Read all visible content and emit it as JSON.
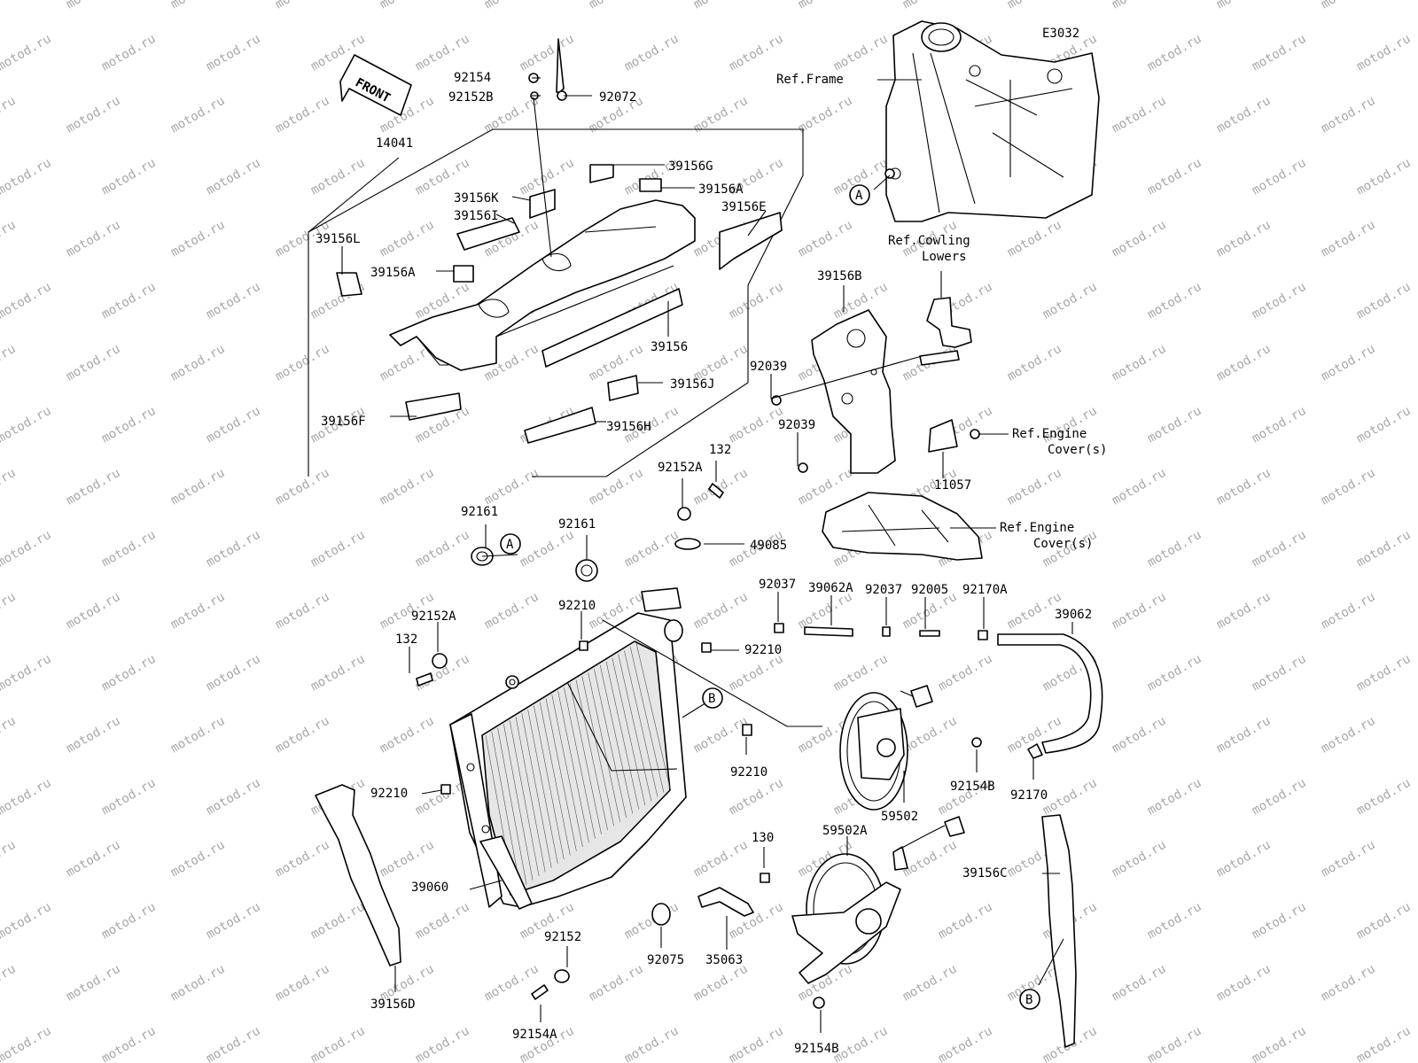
{
  "diagram_code": "E3032",
  "front_arrow_label": "FRONT",
  "callouts": {
    "c92154": "92154",
    "c92152B": "92152B",
    "c92072": "92072",
    "c14041": "14041",
    "c39156G": "39156G",
    "c39156A_top": "39156A",
    "c39156K": "39156K",
    "c39156I": "39156I",
    "c39156E": "39156E",
    "c39156L": "39156L",
    "c39156A_mid": "39156A",
    "c39156": "39156",
    "c39156J": "39156J",
    "c39156F": "39156F",
    "c39156H": "39156H",
    "c39156B": "39156B",
    "c92039_a": "92039",
    "c92039_b": "92039",
    "c11057": "11057",
    "c92152A_top": "92152A",
    "c132_top": "132",
    "c92161_left": "92161",
    "c92161_mid": "92161",
    "c49085": "49085",
    "c92037_a": "92037",
    "c39062A": "39062A",
    "c92037_b": "92037",
    "c92005": "92005",
    "c92170A": "92170A",
    "c39062": "39062",
    "c92210_top": "92210",
    "c92210_right": "92210",
    "c92152A_left": "92152A",
    "c132_left": "132",
    "c92210_mid": "92210",
    "c92210_left": "92210",
    "c92154B_right": "92154B",
    "c92170": "92170",
    "c59502": "59502",
    "c59502A": "59502A",
    "c130": "130",
    "c39060": "39060",
    "c39156C": "39156C",
    "c92152": "92152",
    "c92075": "92075",
    "c35063": "35063",
    "c39156D": "39156D",
    "c92154A": "92154A",
    "c92154B_bottom": "92154B"
  },
  "references": {
    "frame": "Ref.Frame",
    "cowling_1": "Ref.Cowling",
    "cowling_2": "Lowers",
    "engine_cover_a_1": "Ref.Engine",
    "engine_cover_a_2": "Cover(s)",
    "engine_cover_b_1": "Ref.Engine",
    "engine_cover_b_2": "Cover(s)"
  },
  "circle_markers": {
    "a_frame": "A",
    "a_left": "A",
    "b_center": "B",
    "b_right": "B"
  },
  "watermark": "motod.ru"
}
